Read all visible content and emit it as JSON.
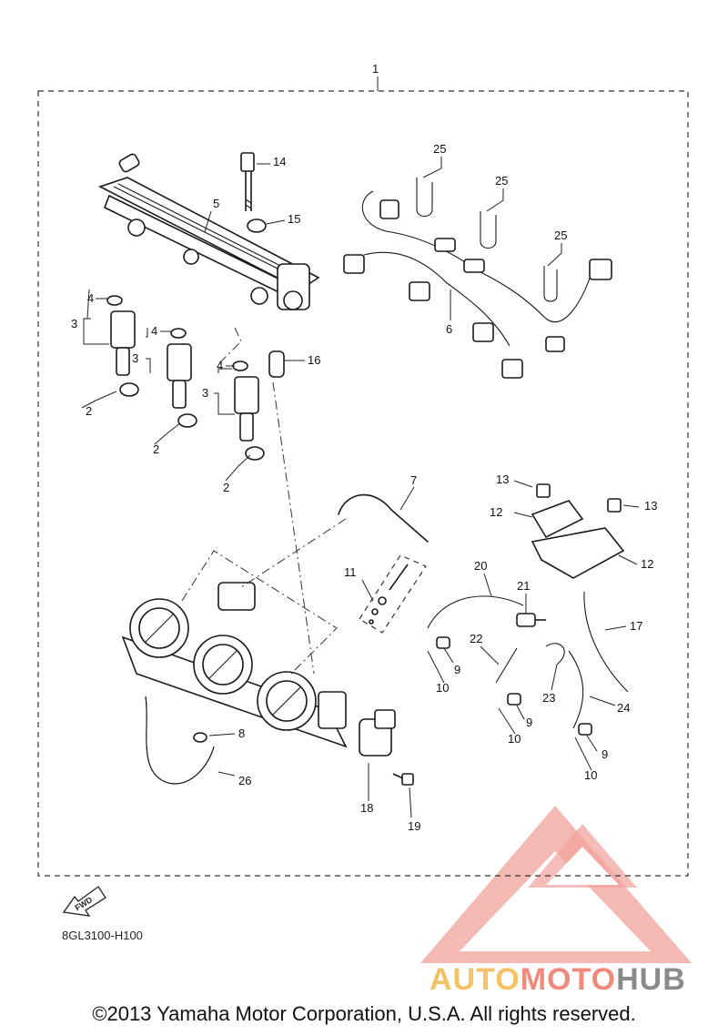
{
  "diagram": {
    "labels": {
      "p1": "1",
      "p2a": "2",
      "p2b": "2",
      "p2c": "2",
      "p3a": "3",
      "p3b": "3",
      "p3c": "3",
      "p4a": "4",
      "p4b": "4",
      "p4c": "4",
      "p5": "5",
      "p6": "6",
      "p7": "7",
      "p8": "8",
      "p9a": "9",
      "p9b": "9",
      "p9c": "9",
      "p10a": "10",
      "p10b": "10",
      "p10c": "10",
      "p11": "11",
      "p12a": "12",
      "p12b": "12",
      "p13a": "13",
      "p13b": "13",
      "p14": "14",
      "p15": "15",
      "p16": "16",
      "p17": "17",
      "p18": "18",
      "p19": "19",
      "p20": "20",
      "p21": "21",
      "p22": "22",
      "p23": "23",
      "p24": "24",
      "p25a": "25",
      "p25b": "25",
      "p25c": "25",
      "p26": "26"
    },
    "fwd_label": "FWD",
    "diagram_code": "8GL3100-H100"
  },
  "watermark": {
    "brand_part1": "AUTO",
    "brand_part2": "MOTO",
    "brand_part3": "HUB",
    "color_auto": "#f2c265",
    "color_moto": "#f08a7c",
    "color_hub": "#8a8a8a",
    "logo_color": "#f0928a"
  },
  "footer": {
    "copyright": "©2013 Yamaha Motor Corporation, U.S.A. All rights reserved."
  }
}
